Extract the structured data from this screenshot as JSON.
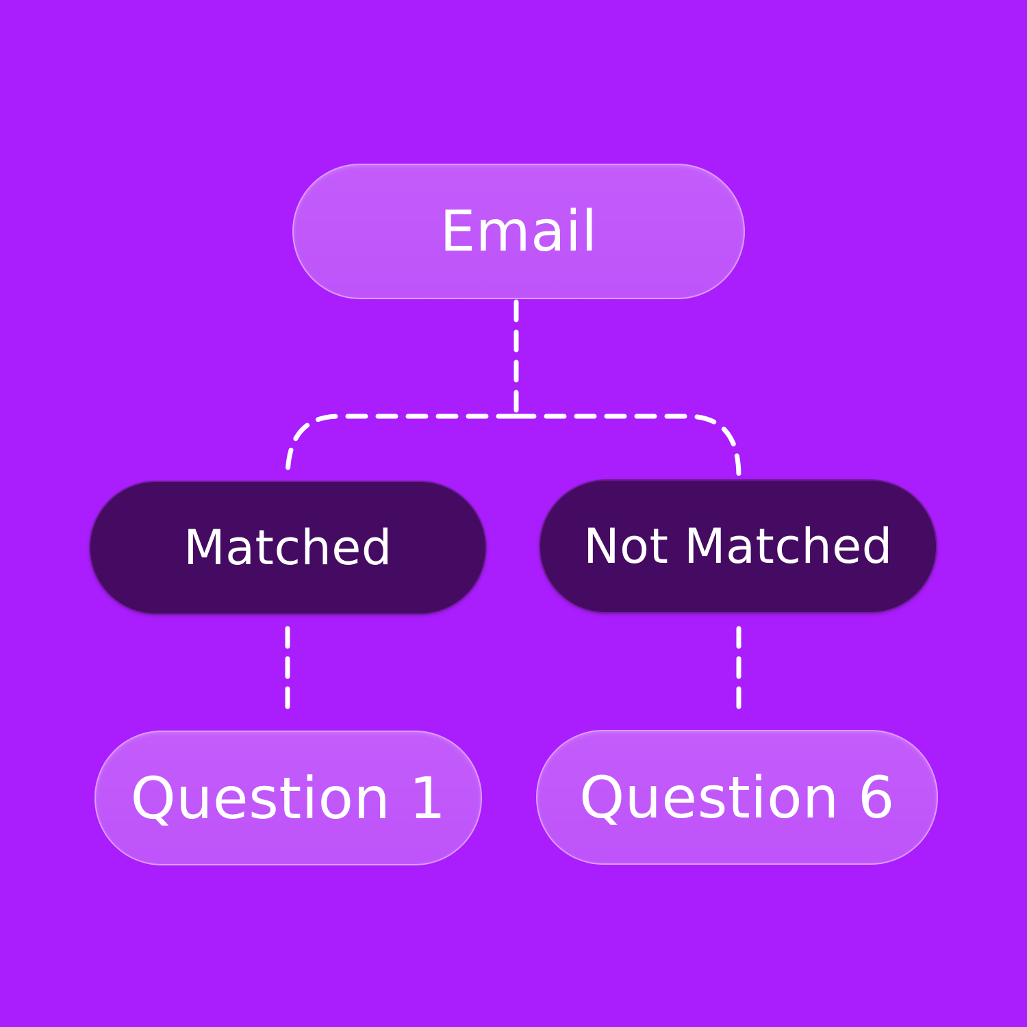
{
  "colors": {
    "background": "#aa1dfc",
    "light_node": "#c058fb",
    "dark_node": "#450b62",
    "connector": "#ffffff",
    "text": "#ffffff"
  },
  "nodes": {
    "root": {
      "label": "Email"
    },
    "matched": {
      "label": "Matched"
    },
    "not_matched": {
      "label": "Not Matched"
    },
    "question_1": {
      "label": "Question 1"
    },
    "question_6": {
      "label": "Question 6"
    }
  },
  "edges": [
    {
      "from": "Email",
      "to": "Matched"
    },
    {
      "from": "Email",
      "to": "Not Matched"
    },
    {
      "from": "Matched",
      "to": "Question 1"
    },
    {
      "from": "Not Matched",
      "to": "Question 6"
    }
  ]
}
